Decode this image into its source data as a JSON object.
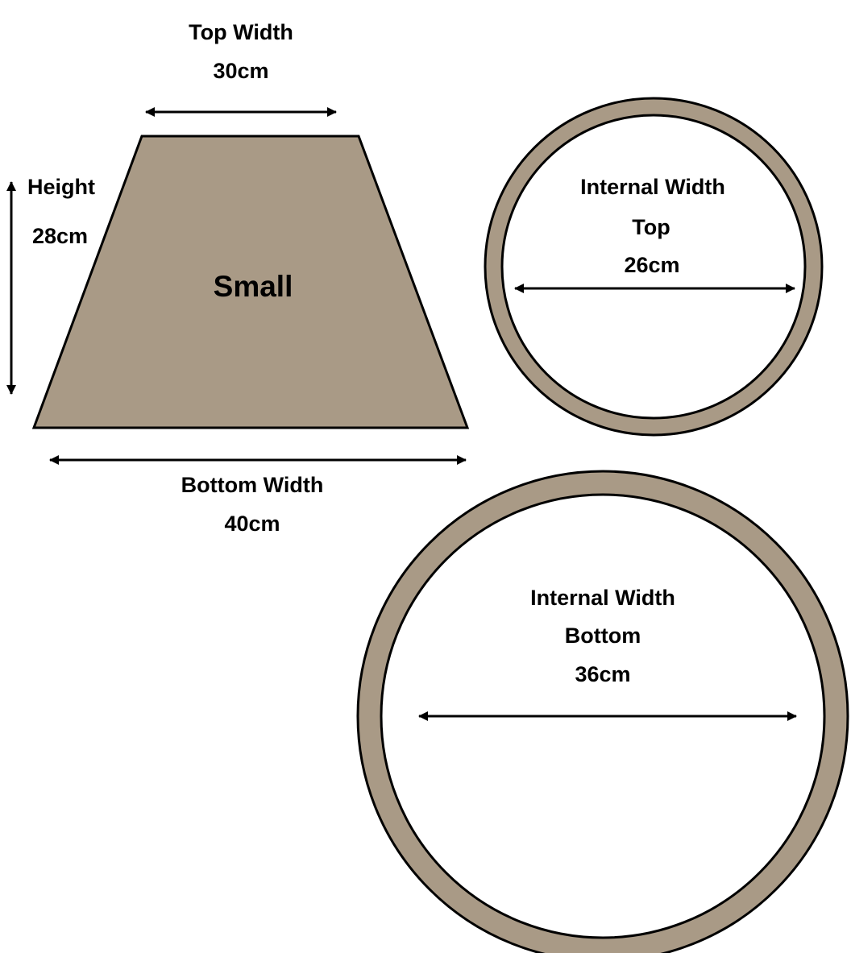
{
  "colors": {
    "fill": "#a99a86",
    "stroke": "#000000",
    "background": "#ffffff"
  },
  "shade": {
    "name": "Small",
    "top_width": {
      "label": "Top Width",
      "value": "30cm"
    },
    "height": {
      "label": "Height",
      "value": "28cm"
    },
    "bottom_width": {
      "label": "Bottom Width",
      "value": "40cm"
    }
  },
  "ring_top": {
    "title": "Internal Width",
    "position": "Top",
    "value": "26cm"
  },
  "ring_bottom": {
    "title": "Internal Width",
    "position": "Bottom",
    "value": "36cm"
  }
}
